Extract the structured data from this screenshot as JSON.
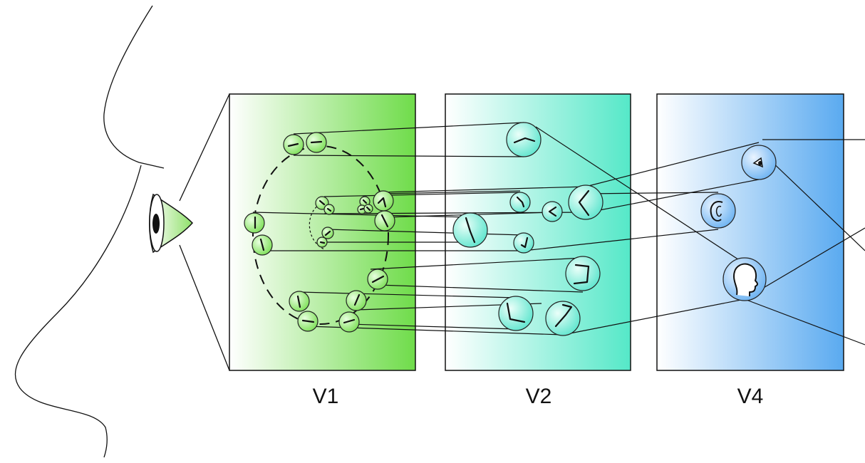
{
  "diagram": {
    "areas": [
      {
        "label": "V1",
        "color": "#6fdc4a"
      },
      {
        "label": "V2",
        "color": "#55e8c8"
      },
      {
        "label": "V4",
        "color": "#5aaaf0"
      }
    ]
  }
}
